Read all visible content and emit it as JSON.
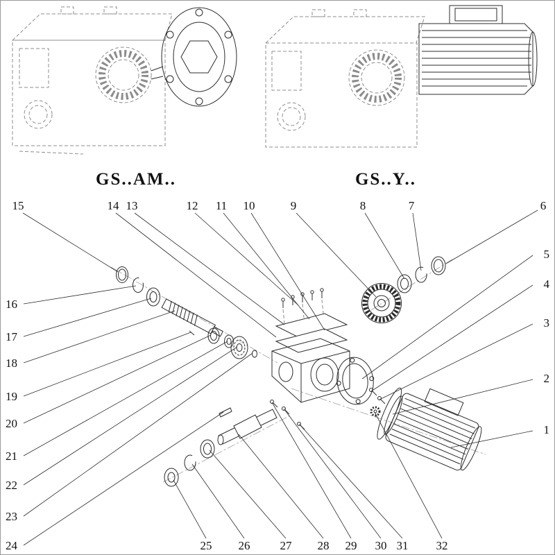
{
  "colors": {
    "line": "#2b2b2b",
    "dash": "#8c8c8c",
    "text": "#111111"
  },
  "variants": {
    "left_label": "GS..AM..",
    "right_label": "GS..Y.."
  },
  "callouts": [
    {
      "num": "1"
    },
    {
      "num": "2"
    },
    {
      "num": "3"
    },
    {
      "num": "4"
    },
    {
      "num": "5"
    },
    {
      "num": "6"
    },
    {
      "num": "7"
    },
    {
      "num": "8"
    },
    {
      "num": "9"
    },
    {
      "num": "10"
    },
    {
      "num": "11"
    },
    {
      "num": "12"
    },
    {
      "num": "13"
    },
    {
      "num": "14"
    },
    {
      "num": "15"
    },
    {
      "num": "16"
    },
    {
      "num": "17"
    },
    {
      "num": "18"
    },
    {
      "num": "19"
    },
    {
      "num": "20"
    },
    {
      "num": "21"
    },
    {
      "num": "22"
    },
    {
      "num": "23"
    },
    {
      "num": "24"
    },
    {
      "num": "25"
    },
    {
      "num": "26"
    },
    {
      "num": "27"
    },
    {
      "num": "28"
    },
    {
      "num": "29"
    },
    {
      "num": "30"
    },
    {
      "num": "31"
    },
    {
      "num": "32"
    }
  ]
}
